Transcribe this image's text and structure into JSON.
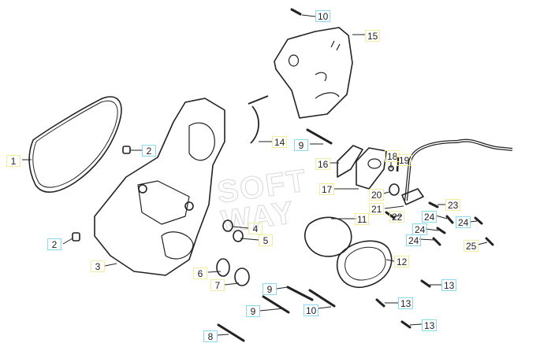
{
  "diagram": {
    "watermark": "SOFTWAY",
    "colors": {
      "yellow": "#f3ec9a",
      "cyan": "#86dcec",
      "line": "#222222"
    },
    "callouts": [
      {
        "num": "1",
        "box": "yellow"
      },
      {
        "num": "2",
        "box": "cyan"
      },
      {
        "num": "2",
        "box": "cyan"
      },
      {
        "num": "3",
        "box": "yellow"
      },
      {
        "num": "4",
        "box": "yellow"
      },
      {
        "num": "5",
        "box": "yellow"
      },
      {
        "num": "6",
        "box": "yellow"
      },
      {
        "num": "7",
        "box": "yellow"
      },
      {
        "num": "8",
        "box": "cyan"
      },
      {
        "num": "9",
        "box": "cyan"
      },
      {
        "num": "9",
        "box": "cyan"
      },
      {
        "num": "9",
        "box": "cyan"
      },
      {
        "num": "10",
        "box": "cyan"
      },
      {
        "num": "10",
        "box": "cyan"
      },
      {
        "num": "11",
        "box": "yellow"
      },
      {
        "num": "12",
        "box": "yellow"
      },
      {
        "num": "13",
        "box": "cyan"
      },
      {
        "num": "13",
        "box": "cyan"
      },
      {
        "num": "13",
        "box": "cyan"
      },
      {
        "num": "14",
        "box": "yellow"
      },
      {
        "num": "15",
        "box": "yellow"
      },
      {
        "num": "16",
        "box": "yellow"
      },
      {
        "num": "17",
        "box": "yellow"
      },
      {
        "num": "18",
        "box": "yellow"
      },
      {
        "num": "19",
        "box": "yellow"
      },
      {
        "num": "20",
        "box": "yellow"
      },
      {
        "num": "21",
        "box": "yellow"
      },
      {
        "num": "22",
        "box": "yellow"
      },
      {
        "num": "23",
        "box": "yellow"
      },
      {
        "num": "24",
        "box": "cyan"
      },
      {
        "num": "24",
        "box": "cyan"
      },
      {
        "num": "24",
        "box": "cyan"
      },
      {
        "num": "24",
        "box": "cyan"
      },
      {
        "num": "25",
        "box": "yellow"
      }
    ]
  }
}
